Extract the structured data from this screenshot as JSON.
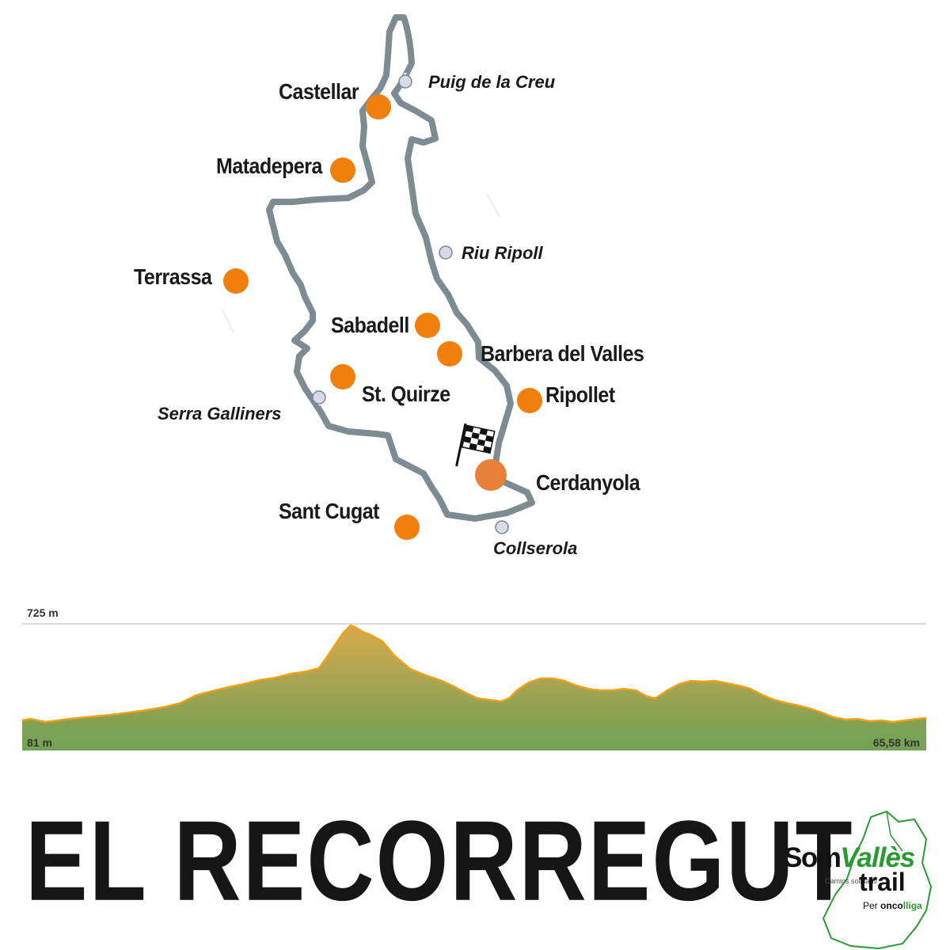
{
  "towns": [
    {
      "label": "Castellar"
    },
    {
      "label": "Matadepera"
    },
    {
      "label": "Terrassa"
    },
    {
      "label": "Sabadell"
    },
    {
      "label": "Barbera del Valles"
    },
    {
      "label": "St. Quirze"
    },
    {
      "label": "Ripollet"
    },
    {
      "label": "Cerdanyola"
    },
    {
      "label": "Sant Cugat"
    }
  ],
  "points": [
    {
      "label": "Puig de la Creu"
    },
    {
      "label": "Riu Ripoll"
    },
    {
      "label": "Serra Galliners"
    },
    {
      "label": "Collserola"
    }
  ],
  "colors": {
    "route": "#7d8c93",
    "town_marker": "#f07f0c",
    "finish_marker": "#e8803a",
    "point_marker": "#d6dbe4",
    "profile_line": "#f0a019",
    "profile_fill_top": "#d9a94a",
    "profile_fill_bottom": "#6e9e4e",
    "logo_green": "#2a9a32"
  },
  "icons": [
    "checkered-flag-icon",
    "town-marker-icon",
    "point-marker-icon"
  ],
  "elevation_profile": {
    "max_label": "725 m",
    "min_label": "81 m",
    "distance_label": "65,58 km",
    "max_elevation_m": 725,
    "min_elevation_m": 81,
    "distance_km": 65.58
  },
  "title": "EL RECORREGUT",
  "logo": {
    "som": "Som",
    "valles": "Vallès",
    "trail": "trail",
    "tagline": "Camins solidaris",
    "per": "Per",
    "onco": "onco",
    "lliga": "lliga"
  }
}
